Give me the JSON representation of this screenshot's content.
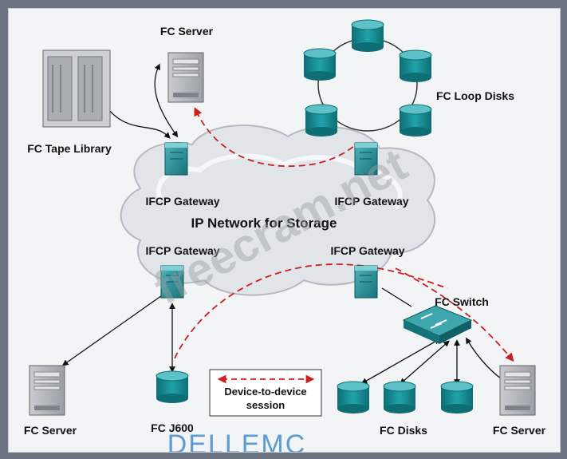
{
  "labels": {
    "fc_server_top": "FC Server",
    "fc_tape_library": "FC Tape Library",
    "fc_loop_disks": "FC Loop Disks",
    "ifcp_gateway_tl": "IFCP Gateway",
    "ifcp_gateway_tr": "IFCP Gateway",
    "ifcp_gateway_bl": "IFCP Gateway",
    "ifcp_gateway_br": "IFCP Gateway",
    "ip_network": "IP Network for Storage",
    "fc_switch": "FC Switch",
    "fc_server_bl": "FC Server",
    "fc_j600": "FC J600",
    "fc_disks": "FC Disks",
    "fc_server_br": "FC Server",
    "legend_line1": "Device-to-device",
    "legend_line2": "session"
  },
  "watermark": "freecram.net",
  "logo": "DELLEMC",
  "colors": {
    "disk": "#17858c",
    "disk_top": "#4fb8bd",
    "gateway": "#2a8f98",
    "session": "#cc1f1f",
    "cloud": "#e6e9ee"
  }
}
